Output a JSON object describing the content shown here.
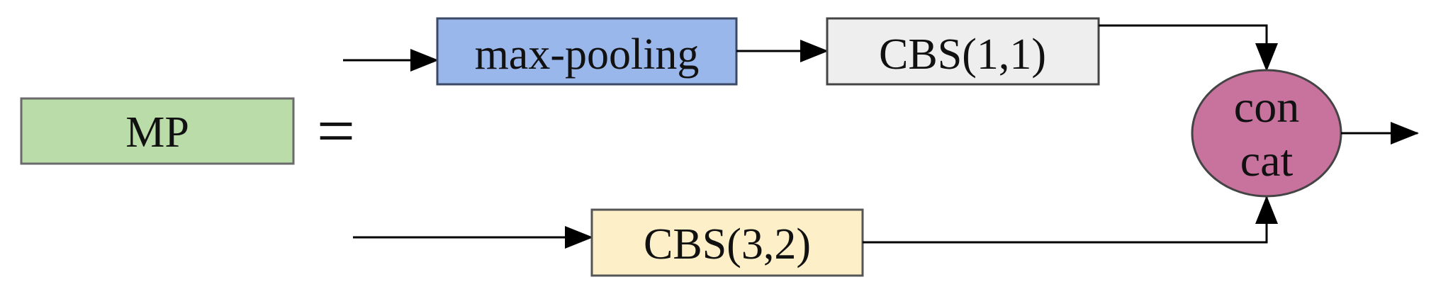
{
  "diagram": {
    "nodes": {
      "mp": {
        "label": "MP",
        "fill": "#b9dca8",
        "stroke": "#6a6a6a"
      },
      "equals": {
        "label": "="
      },
      "maxpool": {
        "label": "max-pooling",
        "fill": "#9ab7ec",
        "stroke": "#3a4a66"
      },
      "cbs11": {
        "label": "CBS(1,1)",
        "fill": "#eeeeee",
        "stroke": "#444444"
      },
      "cbs32": {
        "label": "CBS(3,2)",
        "fill": "#fdf0c9",
        "stroke": "#555555"
      },
      "concat": {
        "label_line1": "con",
        "label_line2": "cat",
        "fill": "#c8729e",
        "stroke": "#444444"
      }
    },
    "edges": [
      {
        "from": "input",
        "to": "max-pooling"
      },
      {
        "from": "max-pooling",
        "to": "CBS(1,1)"
      },
      {
        "from": "CBS(1,1)",
        "to": "concat"
      },
      {
        "from": "input",
        "to": "CBS(3,2)"
      },
      {
        "from": "CBS(3,2)",
        "to": "concat"
      },
      {
        "from": "concat",
        "to": "output"
      }
    ]
  }
}
